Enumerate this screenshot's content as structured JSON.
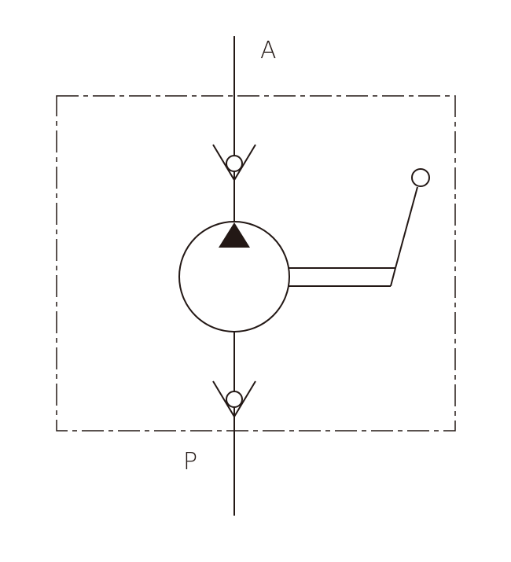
{
  "labels": {
    "port_a": "A",
    "port_p": "P"
  },
  "colors": {
    "line": "#231815",
    "background": "#ffffff"
  },
  "symbol": [
    "manual-hand-pump",
    "check-valve",
    "check-valve",
    "lever",
    "enclosure-boundary"
  ]
}
